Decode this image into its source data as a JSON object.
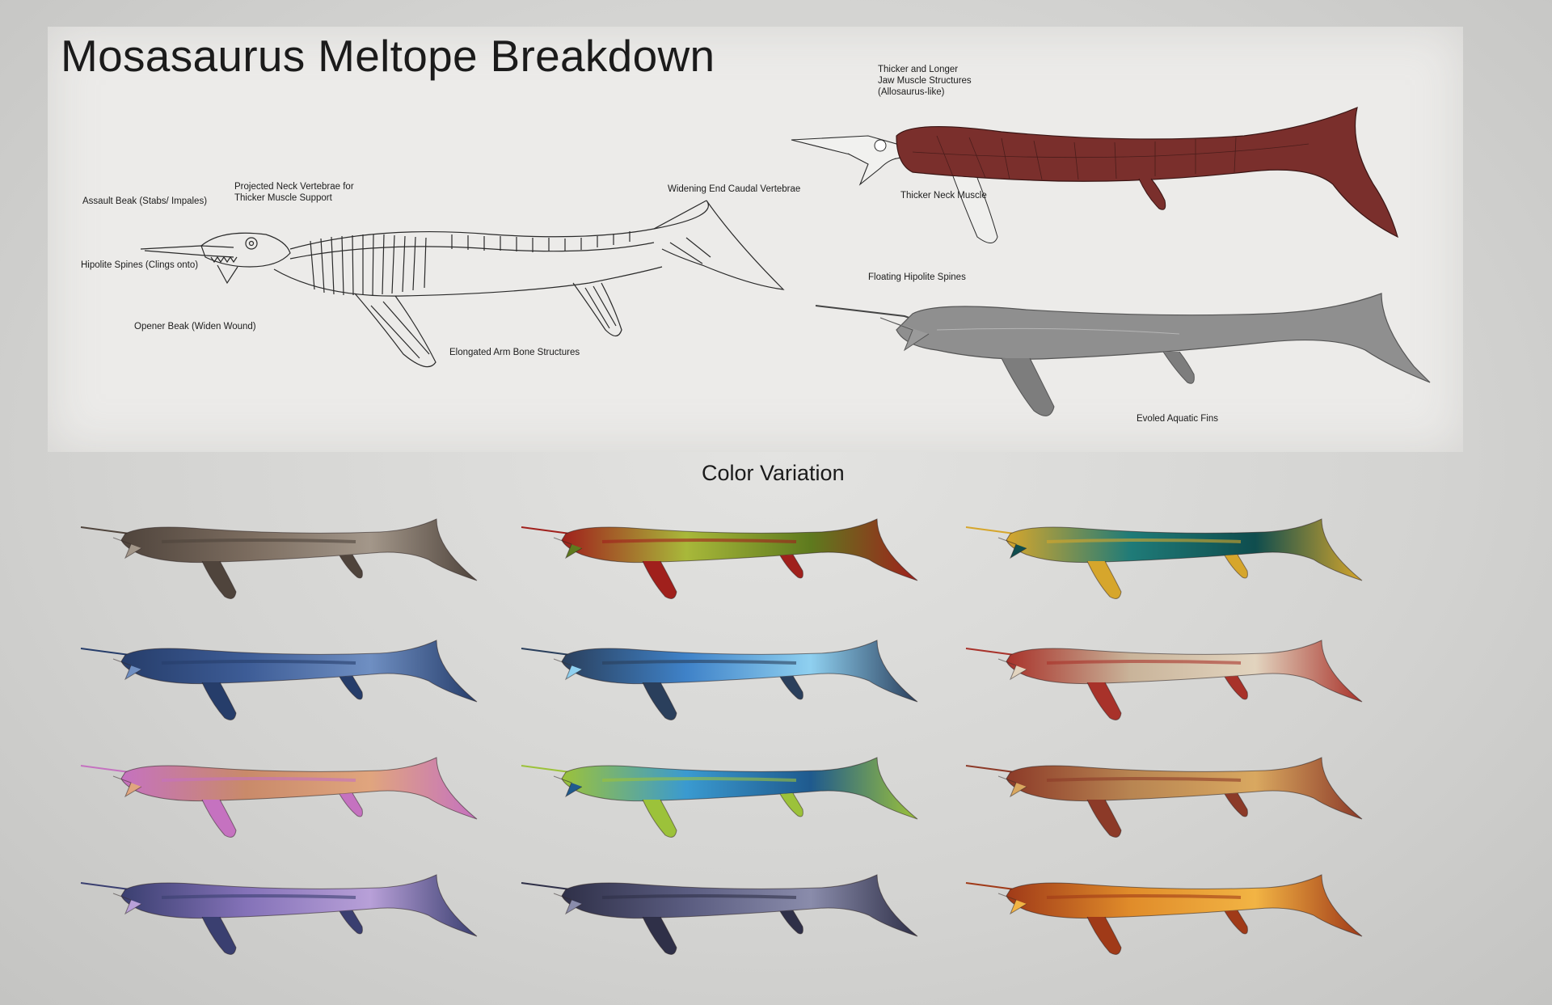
{
  "page_title": "Mosasaurus Meltope Breakdown",
  "annotations": {
    "assault_beak": "Assault Beak (Stabs/ Impales)",
    "projected_neck": "Projected Neck Vertebrae for\nThicker Muscle Support",
    "hipolite_spines": "Hipolite Spines (Clings onto)",
    "opener_beak": "Opener Beak (Widen Wound)",
    "elongated_arm": "Elongated Arm Bone Structures",
    "widening_caudal": "Widening End Caudal Vertebrae",
    "jaw_muscle": "Thicker and Longer\nJaw Muscle Structures\n(Allosaurus-like)",
    "neck_muscle": "Thicker Neck Muscle",
    "floating_spines": "Floating Hipolite Spines",
    "aquatic_fins": "Evoled Aquatic Fins"
  },
  "color_section_title": "Color Variation",
  "colors": {
    "muscle_body": "#7a2f2c",
    "render_body": "#8f8f8f",
    "variants": [
      {
        "base": "#7a6b5e",
        "accent": "#4f443c",
        "light": "#a3978a"
      },
      {
        "base": "#a8b83a",
        "accent": "#a0201c",
        "light": "#5e7a1e"
      },
      {
        "base": "#1f7b78",
        "accent": "#d6a62c",
        "light": "#0f4d4e"
      },
      {
        "base": "#3d5c96",
        "accent": "#263d6a",
        "light": "#6f8fc2"
      },
      {
        "base": "#3f82c8",
        "accent": "#2a3f5c",
        "light": "#8fd0f0"
      },
      {
        "base": "#c9b49a",
        "accent": "#a8322a",
        "light": "#e2d4bf"
      },
      {
        "base": "#c98a6a",
        "accent": "#c572c0",
        "light": "#e0a57e"
      },
      {
        "base": "#3a9ad0",
        "accent": "#9cc23a",
        "light": "#1f5a8e"
      },
      {
        "base": "#b88552",
        "accent": "#8c3a28",
        "light": "#d9a860"
      },
      {
        "base": "#8472b8",
        "accent": "#3a3f70",
        "light": "#b8a0d8"
      },
      {
        "base": "#5a5c80",
        "accent": "#2f3048",
        "light": "#8a8cab"
      },
      {
        "base": "#e08c2a",
        "accent": "#a03a18",
        "light": "#f2b444"
      }
    ]
  }
}
